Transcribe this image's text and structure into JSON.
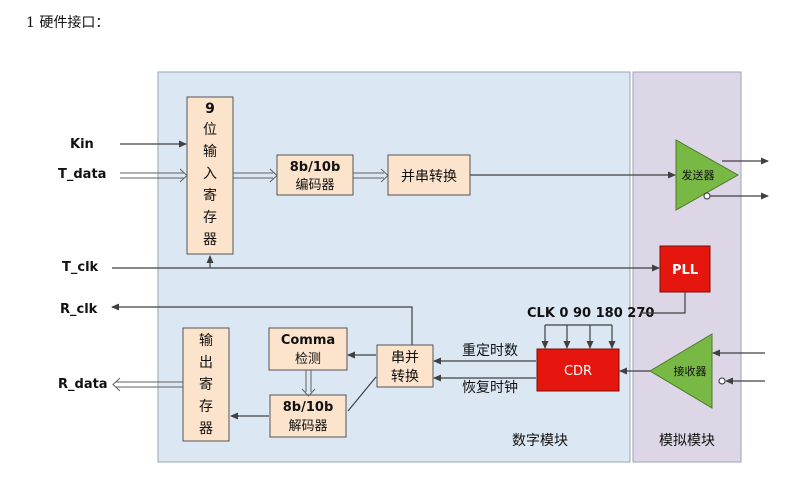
{
  "heading": "1 硬件接口：",
  "inputs": {
    "kin": "Kin",
    "t_data": "T_data",
    "t_clk": "T_clk",
    "r_clk": "R_clk",
    "r_data": "R_data"
  },
  "blocks": {
    "input_register": [
      "9",
      "位",
      "输",
      "入",
      "寄",
      "存",
      "器"
    ],
    "encoder": [
      "8b/10b",
      "编码器"
    ],
    "serializer": "并串转换",
    "transmitter": "发送器",
    "pll": "PLL",
    "clk_phases": "CLK 0 90 180 270",
    "cdr": "CDR",
    "receiver": "接收器",
    "deserializer": [
      "串并",
      "转换"
    ],
    "comma": [
      "Comma",
      "检测"
    ],
    "decoder": [
      "8b/10b",
      "解码器"
    ],
    "output_register": [
      "输",
      "出",
      "寄",
      "存",
      "器"
    ],
    "retime_label": "重定时数",
    "recover_clock_label": "恢复时钟"
  },
  "regions": {
    "digital": "数字模块",
    "analog": "模拟模块"
  },
  "colors": {
    "digital_bg": "#dbe8f3",
    "analog_bg": "#dcd6e6",
    "block_fill": "#fbe3cc",
    "red_block": "#e4160e",
    "green_amp": "#78b845"
  }
}
